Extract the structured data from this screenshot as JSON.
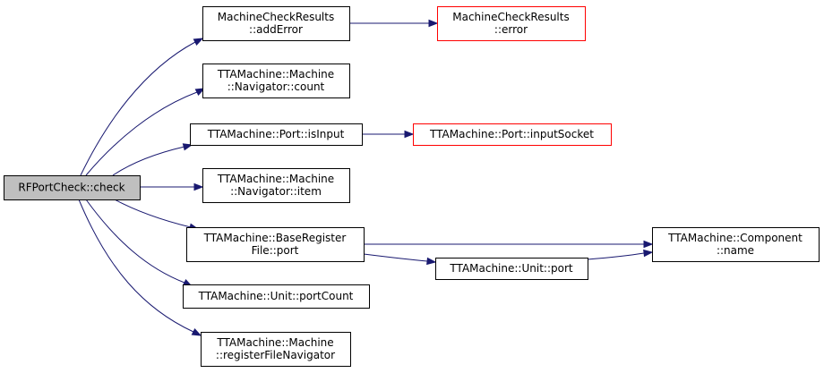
{
  "colors": {
    "edge": "#191970",
    "node_border": "#000000",
    "external_border": "#ff0000",
    "root_fill": "#bfbfbf"
  },
  "nodes": [
    {
      "id": "root",
      "lines": [
        "RFPortCheck::check"
      ],
      "kind": "root"
    },
    {
      "id": "addError",
      "lines": [
        "MachineCheckResults",
        "::addError"
      ],
      "kind": "normal"
    },
    {
      "id": "error",
      "lines": [
        "MachineCheckResults",
        "::error"
      ],
      "kind": "external"
    },
    {
      "id": "count",
      "lines": [
        "TTAMachine::Machine",
        "::Navigator::count"
      ],
      "kind": "normal"
    },
    {
      "id": "isInput",
      "lines": [
        "TTAMachine::Port::isInput"
      ],
      "kind": "normal"
    },
    {
      "id": "inputSocket",
      "lines": [
        "TTAMachine::Port::inputSocket"
      ],
      "kind": "external"
    },
    {
      "id": "item",
      "lines": [
        "TTAMachine::Machine",
        "::Navigator::item"
      ],
      "kind": "normal"
    },
    {
      "id": "brfPort",
      "lines": [
        "TTAMachine::BaseRegister",
        "File::port"
      ],
      "kind": "normal"
    },
    {
      "id": "unitPort",
      "lines": [
        "TTAMachine::Unit::port"
      ],
      "kind": "normal"
    },
    {
      "id": "compName",
      "lines": [
        "TTAMachine::Component",
        "::name"
      ],
      "kind": "normal"
    },
    {
      "id": "portCount",
      "lines": [
        "TTAMachine::Unit::portCount"
      ],
      "kind": "normal"
    },
    {
      "id": "rfNav",
      "lines": [
        "TTAMachine::Machine",
        "::registerFileNavigator"
      ],
      "kind": "normal"
    }
  ],
  "edges": [
    {
      "from": "root",
      "to": "addError"
    },
    {
      "from": "root",
      "to": "count"
    },
    {
      "from": "root",
      "to": "isInput"
    },
    {
      "from": "root",
      "to": "item"
    },
    {
      "from": "root",
      "to": "brfPort"
    },
    {
      "from": "root",
      "to": "portCount"
    },
    {
      "from": "root",
      "to": "rfNav"
    },
    {
      "from": "addError",
      "to": "error"
    },
    {
      "from": "isInput",
      "to": "inputSocket"
    },
    {
      "from": "brfPort",
      "to": "compName"
    },
    {
      "from": "brfPort",
      "to": "unitPort"
    },
    {
      "from": "unitPort",
      "to": "compName"
    }
  ]
}
